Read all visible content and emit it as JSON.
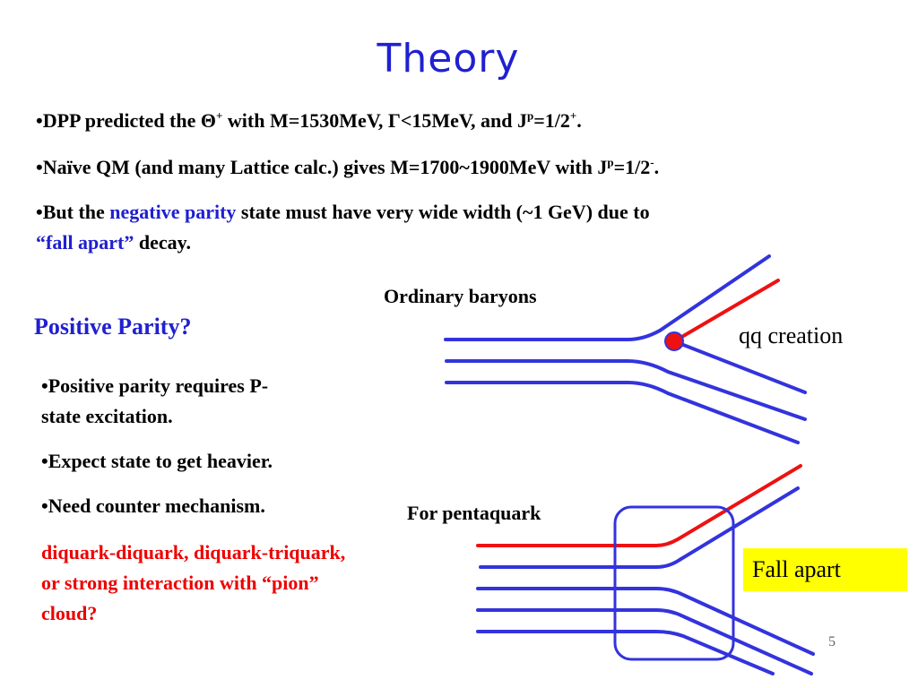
{
  "slide": {
    "title": "Theory",
    "bullets": {
      "b1": {
        "bullet": "•",
        "pre": "DPP predicted the Θ",
        "sup1": "+",
        "mid": " with M=1530MeV, Γ<15MeV, and J",
        "sup2": "p",
        "post1": "=1/2",
        "sup3": "+",
        "post2": "."
      },
      "b2": {
        "bullet": "•",
        "pre": "Naïve QM (and many Lattice calc.) gives  M=1700~1900MeV with J",
        "sup1": "p",
        "post1": "=1/2",
        "sup2": "-",
        "post2": "."
      },
      "b3": {
        "bullet": "•",
        "pre": "But the ",
        "highlight": "negative parity",
        "post": " state must have very wide width (~1 GeV) due to",
        "line2_highlight": "“fall apart”",
        "line2_post": " decay."
      }
    },
    "positive_parity": {
      "heading": "Positive Parity?",
      "items": [
        {
          "bullet": "•",
          "line1": "Positive parity requires P-",
          "line2": "state excitation."
        },
        {
          "bullet": "•",
          "line1": "Expect state to get heavier."
        },
        {
          "bullet": "•",
          "line1": "Need counter mechanism."
        }
      ],
      "red_note": "diquark-diquark, diquark-triquark, or strong interaction with “pion” cloud?"
    },
    "diagram": {
      "ordinary_label": "Ordinary baryons",
      "qq_label": "qq creation",
      "pentaquark_label": "For pentaquark",
      "fall_apart_label": "Fall apart",
      "colors": {
        "quark": "#3333dd",
        "created": "#ee1111",
        "box": "#3333dd",
        "fall_apart_bg": "#ffff00"
      }
    },
    "page_number": "5"
  }
}
